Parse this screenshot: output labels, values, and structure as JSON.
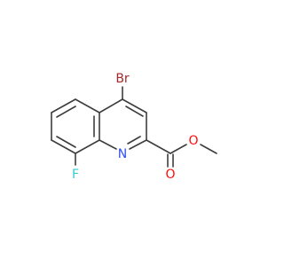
{
  "molecule": {
    "atoms": {
      "br": {
        "label": "Br",
        "color": "#a62929"
      },
      "f": {
        "label": "F",
        "color": "#33cccc"
      },
      "n": {
        "label": "N",
        "color": "#3050f8"
      },
      "o_carbonyl": {
        "label": "O",
        "color": "#ff0d0d"
      },
      "o_ether": {
        "label": "O",
        "color": "#ff0d0d"
      }
    },
    "bond_color": "#3d3d3d"
  }
}
